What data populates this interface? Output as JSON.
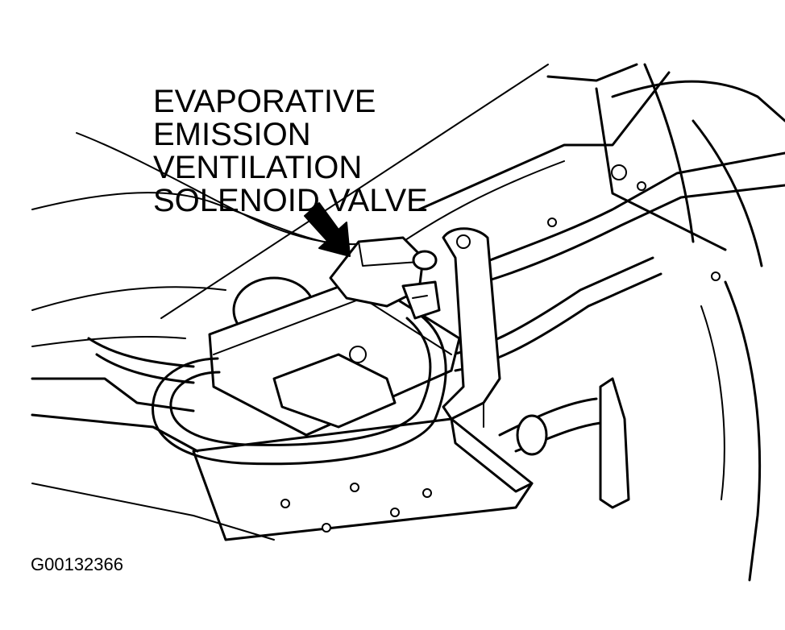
{
  "diagram": {
    "callout": {
      "lines": [
        "EVAPORATIVE",
        "EMISSION",
        "VENTILATION",
        "SOLENOID VALVE"
      ]
    },
    "figure_id": "G00132366",
    "colors": {
      "line": "#000000",
      "background": "#ffffff"
    },
    "icons": [
      "callout-arrow-icon"
    ]
  }
}
